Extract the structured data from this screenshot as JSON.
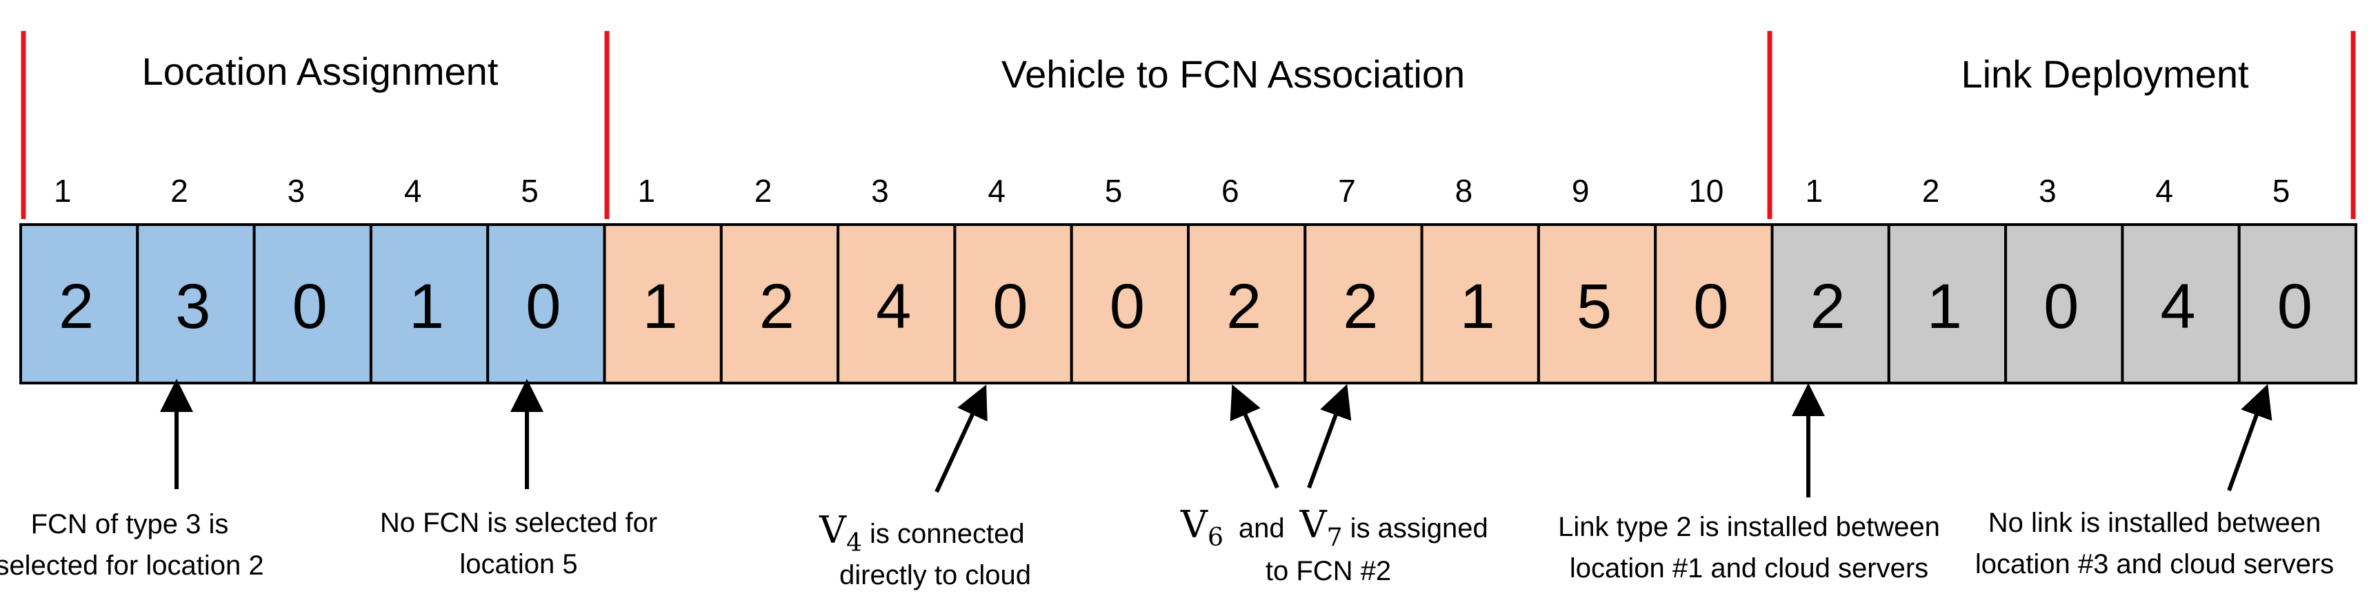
{
  "sections": [
    {
      "title": "Location Assignment",
      "indices": [
        "1",
        "2",
        "3",
        "4",
        "5"
      ],
      "values": [
        "2",
        "3",
        "0",
        "1",
        "0"
      ],
      "fill": "#9dc3e6"
    },
    {
      "title": "Vehicle to FCN Association",
      "indices": [
        "1",
        "2",
        "3",
        "4",
        "5",
        "6",
        "7",
        "8",
        "9",
        "10"
      ],
      "values": [
        "1",
        "2",
        "4",
        "0",
        "0",
        "2",
        "2",
        "1",
        "5",
        "0"
      ],
      "fill": "#f8cbad"
    },
    {
      "title": "Link Deployment",
      "indices": [
        "1",
        "2",
        "3",
        "4",
        "5"
      ],
      "values": [
        "2",
        "1",
        "0",
        "4",
        "0"
      ],
      "fill": "#c9c9c9"
    }
  ],
  "divider_color": "#e8141c",
  "annotations": [
    {
      "lines": [
        "FCN of type 3 is",
        "selected for location 2"
      ]
    },
    {
      "lines": [
        "No FCN is selected for",
        "location 5"
      ]
    },
    {
      "math": [
        {
          "base": "V",
          "sub": "4"
        }
      ],
      "lines": [
        " is connected",
        "directly to cloud"
      ]
    },
    {
      "math": [
        {
          "base": "V",
          "sub": "6"
        },
        {
          "base": "V",
          "sub": "7"
        }
      ],
      "joiner": "and",
      "lines": [
        " is assigned",
        "to FCN #2"
      ]
    },
    {
      "lines": [
        "Link type 2 is installed between",
        "location #1  and cloud servers"
      ]
    },
    {
      "lines": [
        "No link is installed between",
        "location #3  and cloud servers"
      ]
    }
  ]
}
